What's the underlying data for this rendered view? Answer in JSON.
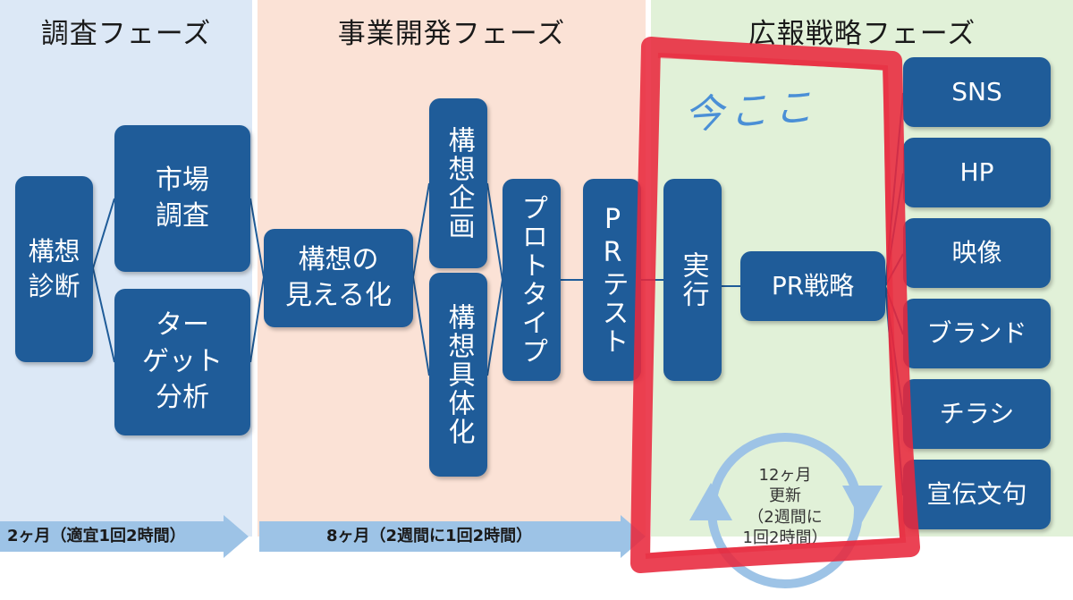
{
  "phases": [
    {
      "title": "調査フェーズ"
    },
    {
      "title": "事業開発フェーズ"
    },
    {
      "title": "広報戦略フェーズ"
    }
  ],
  "nodes": {
    "kousou_shindan": "構想\n診断",
    "shijou_chousa": "市場\n調査",
    "target_bunseki": "ター\nゲット\n分析",
    "mieruka": "構想の\n見える化",
    "kousou_kikaku": "構想企画",
    "kousou_gutaika": "構想具体化",
    "prototype": "プロトタイプ",
    "pr_test": "PRテスト",
    "jikkou": "実行",
    "pr_senryaku": "PR戦略",
    "sns": "SNS",
    "hp": "HP",
    "eizou": "映像",
    "brand": "ブランド",
    "chirashi": "チラシ",
    "senden": "宣伝文句"
  },
  "timeline": {
    "phase1": "2ヶ月（適宜1回2時間）",
    "phase2": "8ヶ月（2週間に1回2時間）"
  },
  "cycle": "12ヶ月\n更新\n（2週間に\n1回2時間）",
  "annotation": "今ここ",
  "colors": {
    "box": "#1f5c99",
    "arrow": "#9dc3e6",
    "highlight": "#e8283c",
    "cycle_ring": "#9dc3e6"
  }
}
